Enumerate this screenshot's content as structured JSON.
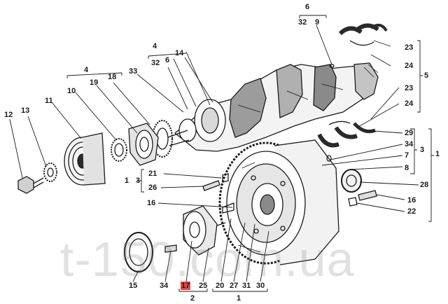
{
  "diagram": {
    "callouts": {
      "n1a": "1",
      "n1b": "1",
      "n1c": "1",
      "n2": "2",
      "n3a": "3",
      "n3b": "3",
      "n4a": "4",
      "n4b": "4",
      "n5": "5",
      "n6a": "6",
      "n6b": "6",
      "n7": "7",
      "n8": "8",
      "n9": "9",
      "n10": "10",
      "n11": "11",
      "n12": "12",
      "n13": "13",
      "n14": "14",
      "n15": "15",
      "n16a": "16",
      "n16b": "16",
      "n17": "17",
      "n18": "18",
      "n19": "19",
      "n20": "20",
      "n21": "21",
      "n22": "22",
      "n23a": "23",
      "n23b": "23",
      "n24a": "24",
      "n24b": "24",
      "n25": "25",
      "n26": "26",
      "n27": "27",
      "n28": "28",
      "n29": "29",
      "n30": "30",
      "n31": "31",
      "n32a": "32",
      "n32b": "32",
      "n33": "33",
      "n34a": "34",
      "n34b": "34"
    },
    "highlight_color": "#e8453c",
    "line_color": "#1a1a1a"
  },
  "watermark": "t-150.com.ua"
}
